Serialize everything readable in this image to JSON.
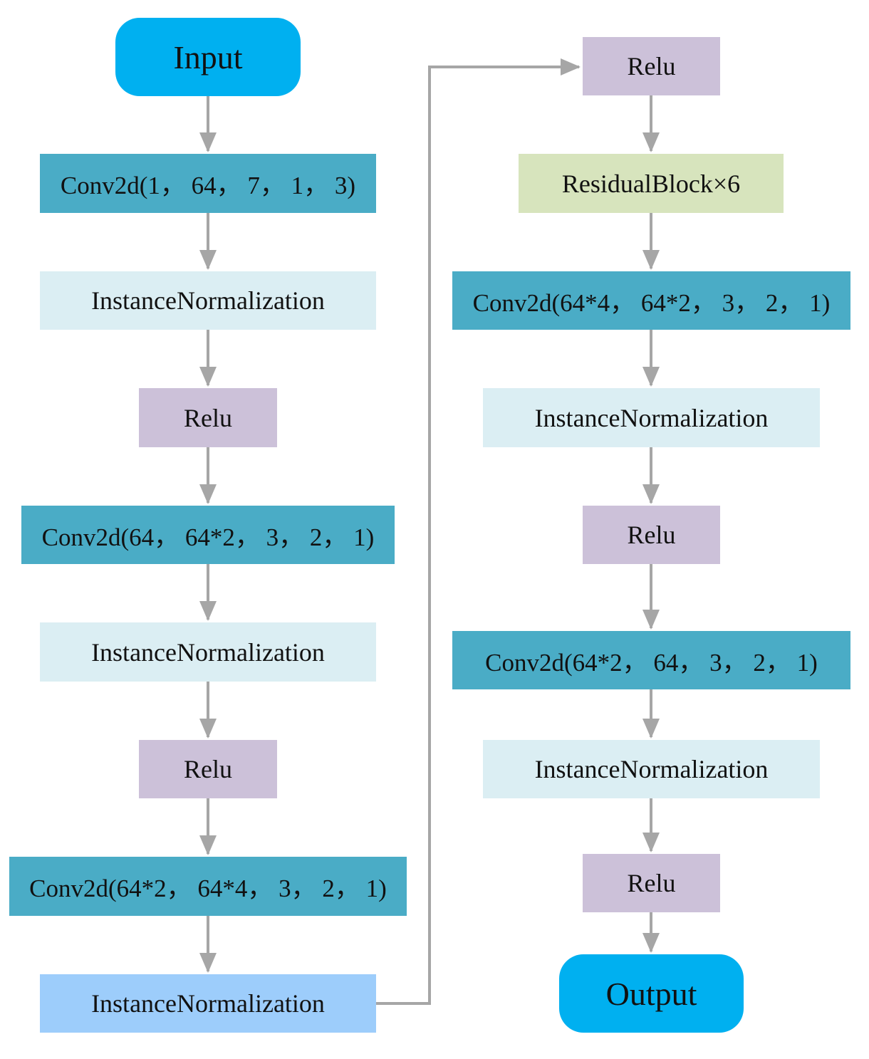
{
  "colors": {
    "terminal": "#00b0f0",
    "conv": "#4aacc6",
    "norm": "#dbeef3",
    "norm_highlight": "#9dcdfb",
    "relu": "#ccc1d9",
    "residual": "#d7e4bd",
    "arrow": "#a6a6a6"
  },
  "nodes": {
    "input": "Input",
    "conv1": "Conv2d(1， 64， 7， 1， 3)",
    "norm1": "InstanceNormalization",
    "relu1": "Relu",
    "conv2": "Conv2d(64， 64*2， 3， 2， 1)",
    "norm2": "InstanceNormalization",
    "relu2": "Relu",
    "conv3": "Conv2d(64*2， 64*4， 3， 2， 1)",
    "norm3": "InstanceNormalization",
    "relu3": "Relu",
    "residual": "ResidualBlock×6",
    "conv4": "Conv2d(64*4， 64*2， 3， 2， 1)",
    "norm4": "InstanceNormalization",
    "relu4": "Relu",
    "conv5": "Conv2d(64*2， 64， 3， 2， 1)",
    "norm5": "InstanceNormalization",
    "relu5": "Relu",
    "output": "Output"
  }
}
